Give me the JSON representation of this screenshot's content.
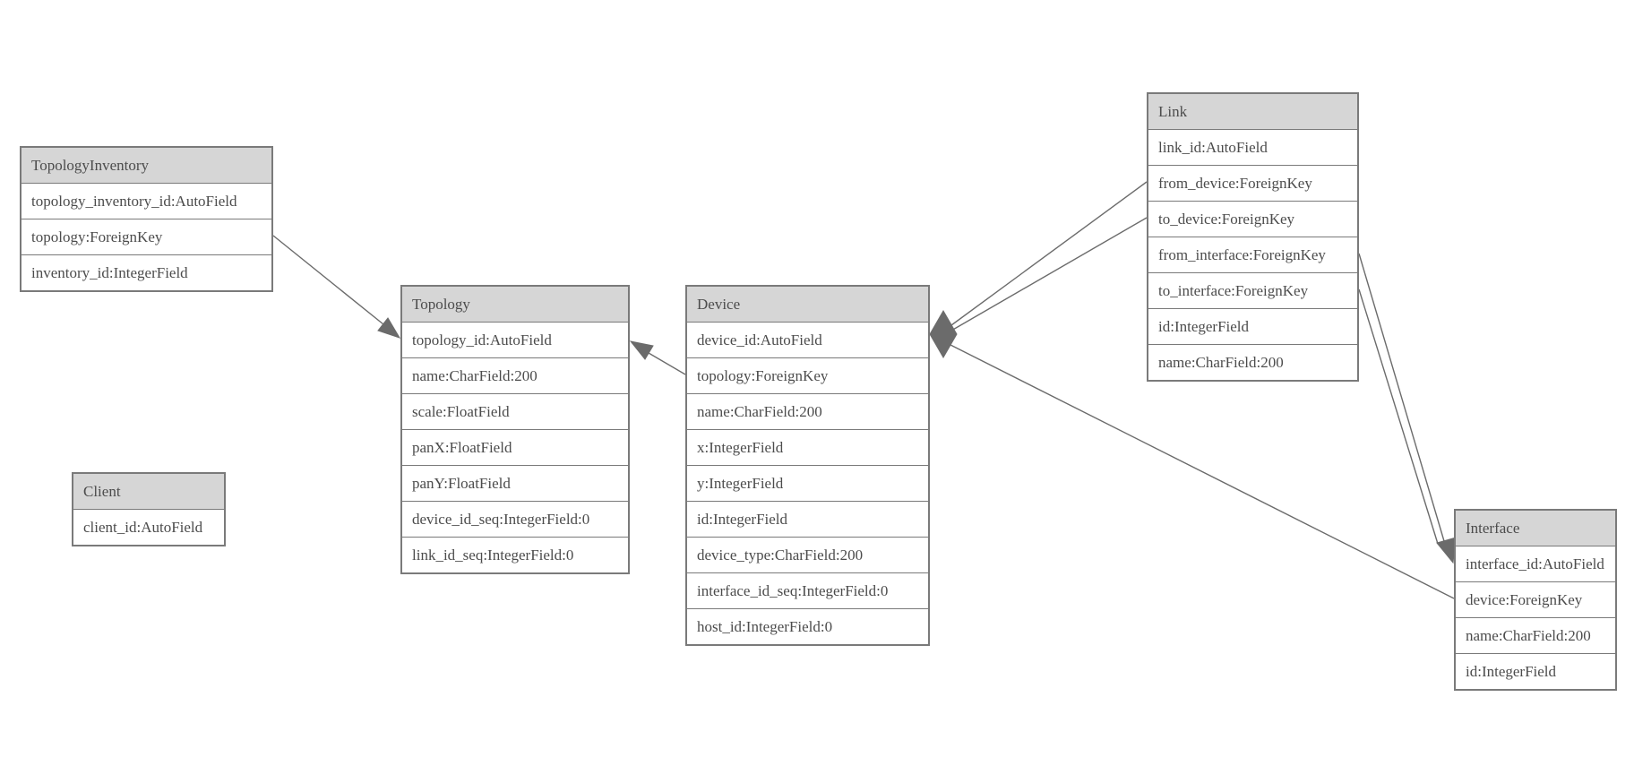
{
  "colors": {
    "background": "#ffffff",
    "header_bg": "#d6d6d6",
    "border": "#7a7a7a",
    "text": "#4c4c4c",
    "relation_line": "#6b6b6b"
  },
  "entities": {
    "topology_inventory": {
      "title": "TopologyInventory",
      "fields": [
        "topology_inventory_id:AutoField",
        "topology:ForeignKey",
        "inventory_id:IntegerField"
      ]
    },
    "topology": {
      "title": "Topology",
      "fields": [
        "topology_id:AutoField",
        "name:CharField:200",
        "scale:FloatField",
        "panX:FloatField",
        "panY:FloatField",
        "device_id_seq:IntegerField:0",
        "link_id_seq:IntegerField:0"
      ]
    },
    "client": {
      "title": "Client",
      "fields": [
        "client_id:AutoField"
      ]
    },
    "device": {
      "title": "Device",
      "fields": [
        "device_id:AutoField",
        "topology:ForeignKey",
        "name:CharField:200",
        "x:IntegerField",
        "y:IntegerField",
        "id:IntegerField",
        "device_type:CharField:200",
        "interface_id_seq:IntegerField:0",
        "host_id:IntegerField:0"
      ]
    },
    "link": {
      "title": "Link",
      "fields": [
        "link_id:AutoField",
        "from_device:ForeignKey",
        "to_device:ForeignKey",
        "from_interface:ForeignKey",
        "to_interface:ForeignKey",
        "id:IntegerField",
        "name:CharField:200"
      ]
    },
    "interface": {
      "title": "Interface",
      "fields": [
        "interface_id:AutoField",
        "device:ForeignKey",
        "name:CharField:200",
        "id:IntegerField"
      ]
    }
  },
  "relations": [
    {
      "from": "TopologyInventory.topology",
      "to": "Topology.topology_id"
    },
    {
      "from": "Device.topology",
      "to": "Topology.topology_id"
    },
    {
      "from": "Link.from_device",
      "to": "Device.device_id"
    },
    {
      "from": "Link.to_device",
      "to": "Device.device_id"
    },
    {
      "from": "Interface.device",
      "to": "Device.device_id"
    },
    {
      "from": "Link.from_interface",
      "to": "Interface.interface_id"
    },
    {
      "from": "Link.to_interface",
      "to": "Interface.interface_id"
    }
  ]
}
